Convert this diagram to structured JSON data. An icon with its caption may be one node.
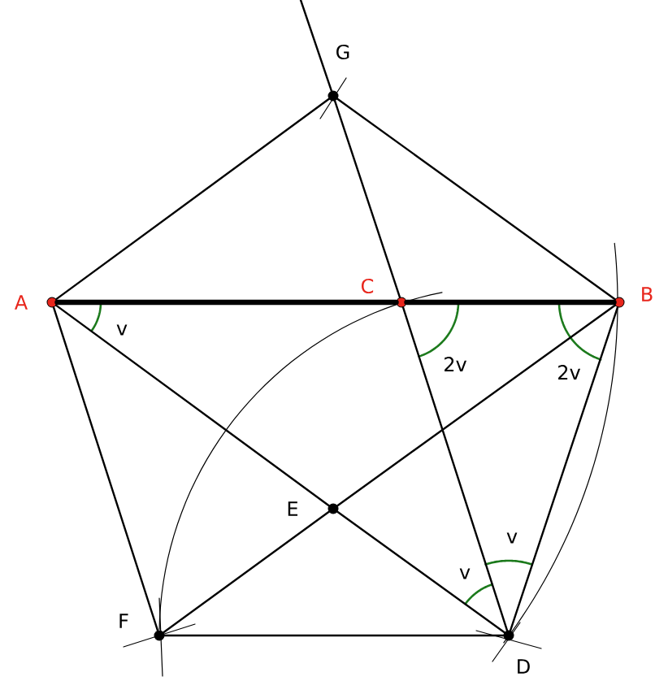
{
  "diagram": {
    "nodes": [
      {
        "text": [],
        "shape": "circle",
        "beside": [
          "G"
        ]
      },
      {
        "text": [],
        "shape": "circle",
        "beside": [
          "A"
        ]
      },
      {
        "text": [],
        "shape": "circle",
        "beside": [
          "C"
        ]
      },
      {
        "text": [],
        "shape": "circle",
        "beside": [
          "B"
        ]
      },
      {
        "text": [],
        "shape": "circle",
        "beside": [
          "E"
        ]
      },
      {
        "text": [],
        "shape": "circle",
        "beside": [
          "F"
        ]
      },
      {
        "text": [],
        "shape": "circle",
        "beside": [
          "D"
        ]
      }
    ],
    "edges": [
      {
        "from": null,
        "to": 0,
        "arrow": "none"
      },
      {
        "from": 0,
        "to": 1,
        "arrow": "none"
      },
      {
        "from": 0,
        "to": 3,
        "arrow": "none"
      },
      {
        "from": 1,
        "to": 2,
        "arrow": "none",
        "style": "thick"
      },
      {
        "from": 2,
        "to": 3,
        "arrow": "none",
        "style": "thick"
      },
      {
        "from": 0,
        "to": 2,
        "arrow": "none"
      },
      {
        "from": 2,
        "to": 6,
        "arrow": "none"
      },
      {
        "from": 3,
        "to": 6,
        "arrow": "none"
      },
      {
        "from": 1,
        "to": 5,
        "arrow": "none"
      },
      {
        "from": 5,
        "to": 6,
        "arrow": "none"
      },
      {
        "from": 1,
        "to": 4,
        "arrow": "none"
      },
      {
        "from": 4,
        "to": 6,
        "arrow": "none"
      },
      {
        "from": 3,
        "to": 4,
        "arrow": "none"
      },
      {
        "from": 4,
        "to": 5,
        "arrow": "none"
      }
    ],
    "labels": [
      "v",
      "2v",
      "2v",
      "v",
      "v"
    ]
  }
}
